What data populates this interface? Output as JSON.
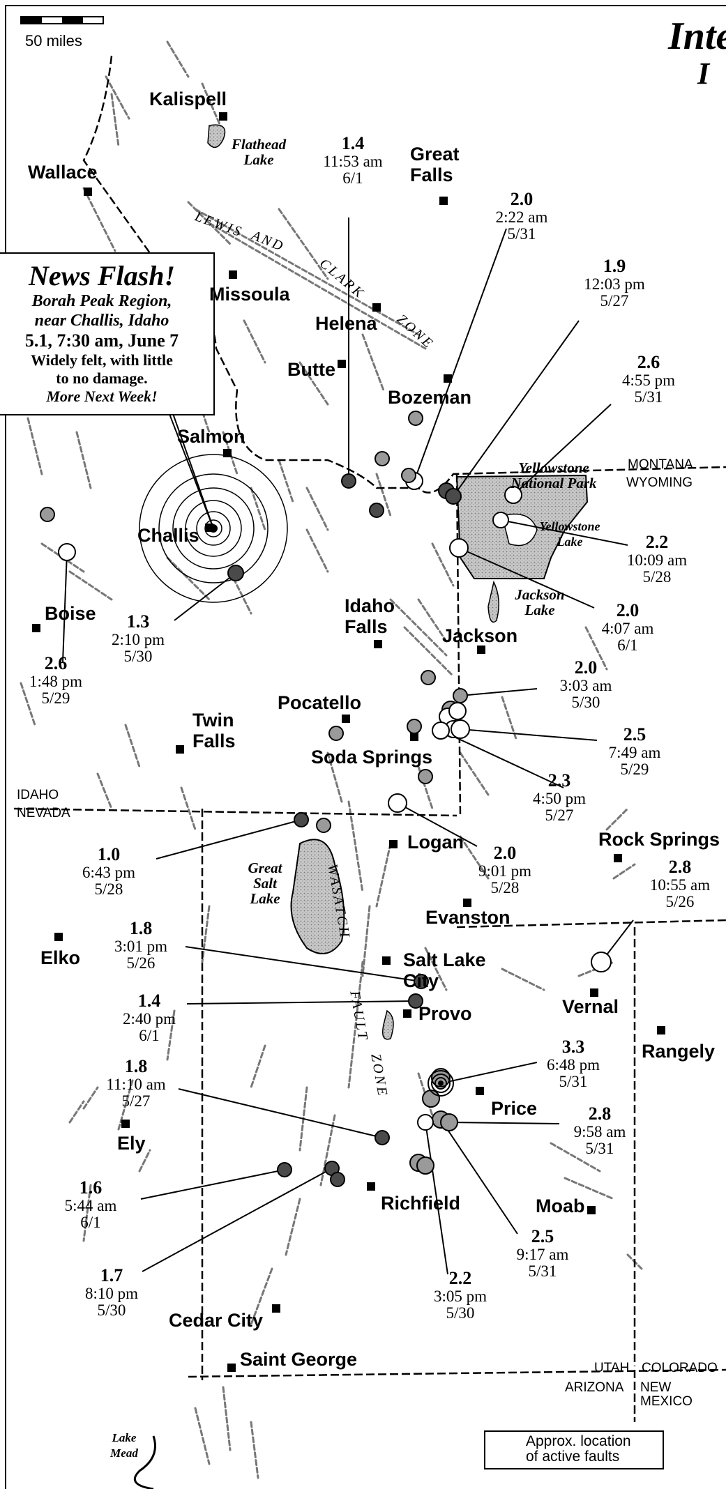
{
  "title": "Inte",
  "subtitle_fragment": "I",
  "scale_label": "50 miles",
  "news_flash": {
    "heading": "News Flash!",
    "line1": "Borah Peak Region,",
    "line2": "near Challis, Idaho",
    "line3": "5.1, 7:30 am, June 7",
    "line4": "Widely felt, with little",
    "line5": "to no damage.",
    "line6": "More Next Week!"
  },
  "cities": [
    "Kalispell",
    "Wallace",
    "Great Falls",
    "Missoula",
    "Helena",
    "Butte",
    "Bozeman",
    "Salmon",
    "Challis",
    "Boise",
    "Idaho Falls",
    "Jackson",
    "Twin Falls",
    "Pocatello",
    "Soda Springs",
    "Logan",
    "Rock Springs",
    "Elko",
    "Evanston",
    "Salt Lake City",
    "Provo",
    "Vernal",
    "Rangely",
    "Price",
    "Ely",
    "Richfield",
    "Moab",
    "Cedar City",
    "Saint George"
  ],
  "areas": {
    "flathead": "Flathead Lake",
    "yellowstone_np": "Yellowstone National Park",
    "yellowstone_lake": "Yellowstone Lake",
    "jackson_lake": "Jackson Lake",
    "great_salt_lake": "Great Salt Lake",
    "lake_mead": "Lake Mead"
  },
  "fault_zones": {
    "lewis_and_clark": [
      "LEWIS",
      "AND",
      "CLARK",
      "ZONE"
    ],
    "wasatch": [
      "WASATCH",
      "FAULT",
      "ZONE"
    ]
  },
  "states": {
    "montana": "MONTANA",
    "wyoming": "WYOMING",
    "idaho": "IDAHO",
    "nevada": "NEVADA",
    "utah": "UTAH",
    "colorado": "COLORADO",
    "arizona": "ARIZONA",
    "new_mexico": [
      "NEW",
      "MEXICO"
    ]
  },
  "earthquakes": [
    {
      "mag": "1.4",
      "time": "11:53 am",
      "date": "6/1"
    },
    {
      "mag": "2.0",
      "time": "2:22 am",
      "date": "5/31"
    },
    {
      "mag": "1.9",
      "time": "12:03 pm",
      "date": "5/27"
    },
    {
      "mag": "2.6",
      "time": "4:55 pm",
      "date": "5/31"
    },
    {
      "mag": "2.2",
      "time": "10:09 am",
      "date": "5/28"
    },
    {
      "mag": "2.0",
      "time": "4:07 am",
      "date": "6/1"
    },
    {
      "mag": "1.3",
      "time": "2:10 pm",
      "date": "5/30"
    },
    {
      "mag": "2.6",
      "time": "1:48 pm",
      "date": "5/29"
    },
    {
      "mag": "2.0",
      "time": "3:03 am",
      "date": "5/30"
    },
    {
      "mag": "2.5",
      "time": "7:49 am",
      "date": "5/29"
    },
    {
      "mag": "2.3",
      "time": "4:50 pm",
      "date": "5/27"
    },
    {
      "mag": "1.0",
      "time": "6:43 pm",
      "date": "5/28"
    },
    {
      "mag": "2.0",
      "time": "9:01 pm",
      "date": "5/28"
    },
    {
      "mag": "2.8",
      "time": "10:55 am",
      "date": "5/26"
    },
    {
      "mag": "1.8",
      "time": "3:01 pm",
      "date": "5/26"
    },
    {
      "mag": "1.4",
      "time": "2:40 pm",
      "date": "6/1"
    },
    {
      "mag": "3.3",
      "time": "6:48 pm",
      "date": "5/31"
    },
    {
      "mag": "1.8",
      "time": "11:10 am",
      "date": "5/27"
    },
    {
      "mag": "2.8",
      "time": "9:58 am",
      "date": "5/31"
    },
    {
      "mag": "1.6",
      "time": "5:44 am",
      "date": "6/1"
    },
    {
      "mag": "2.5",
      "time": "9:17 am",
      "date": "5/31"
    },
    {
      "mag": "1.7",
      "time": "8:10 pm",
      "date": "5/30"
    },
    {
      "mag": "2.2",
      "time": "3:05 pm",
      "date": "5/30"
    }
  ],
  "legend": [
    "Approx. location",
    "of active faults"
  ]
}
